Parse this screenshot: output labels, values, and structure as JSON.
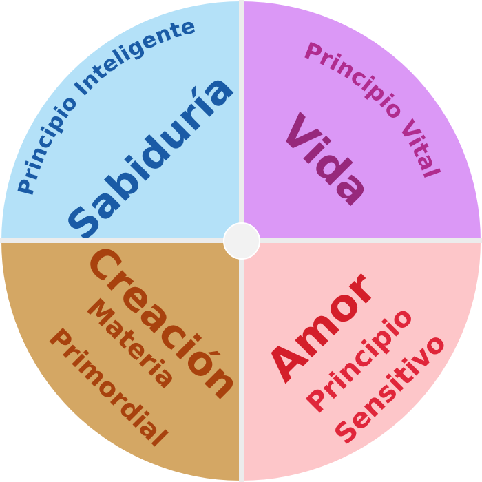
{
  "quadrants": {
    "top_left": {
      "subtitle": "Principio Inteligente",
      "title": "Sabiduría",
      "fill": "#b4e1f8",
      "text_color": "#1a5ba6"
    },
    "top_right": {
      "subtitle": "Principio Vital",
      "title": "Vida",
      "fill": "#db98f6",
      "text_color": "#b02c8e",
      "title_color": "#97287c"
    },
    "bottom_right": {
      "title": "Amor",
      "line1": "Principio",
      "line2": "Sensitivo",
      "fill": "#fdc6c9",
      "text_color": "#e0263a",
      "title_color": "#d41e2a"
    },
    "bottom_left": {
      "title": "Creación",
      "line1": "Materia",
      "line2": "Primordial",
      "fill": "#d4a764",
      "text_color": "#a8420e"
    }
  },
  "colors": {
    "divider": "#ececec",
    "center": "#f2f2f2"
  }
}
